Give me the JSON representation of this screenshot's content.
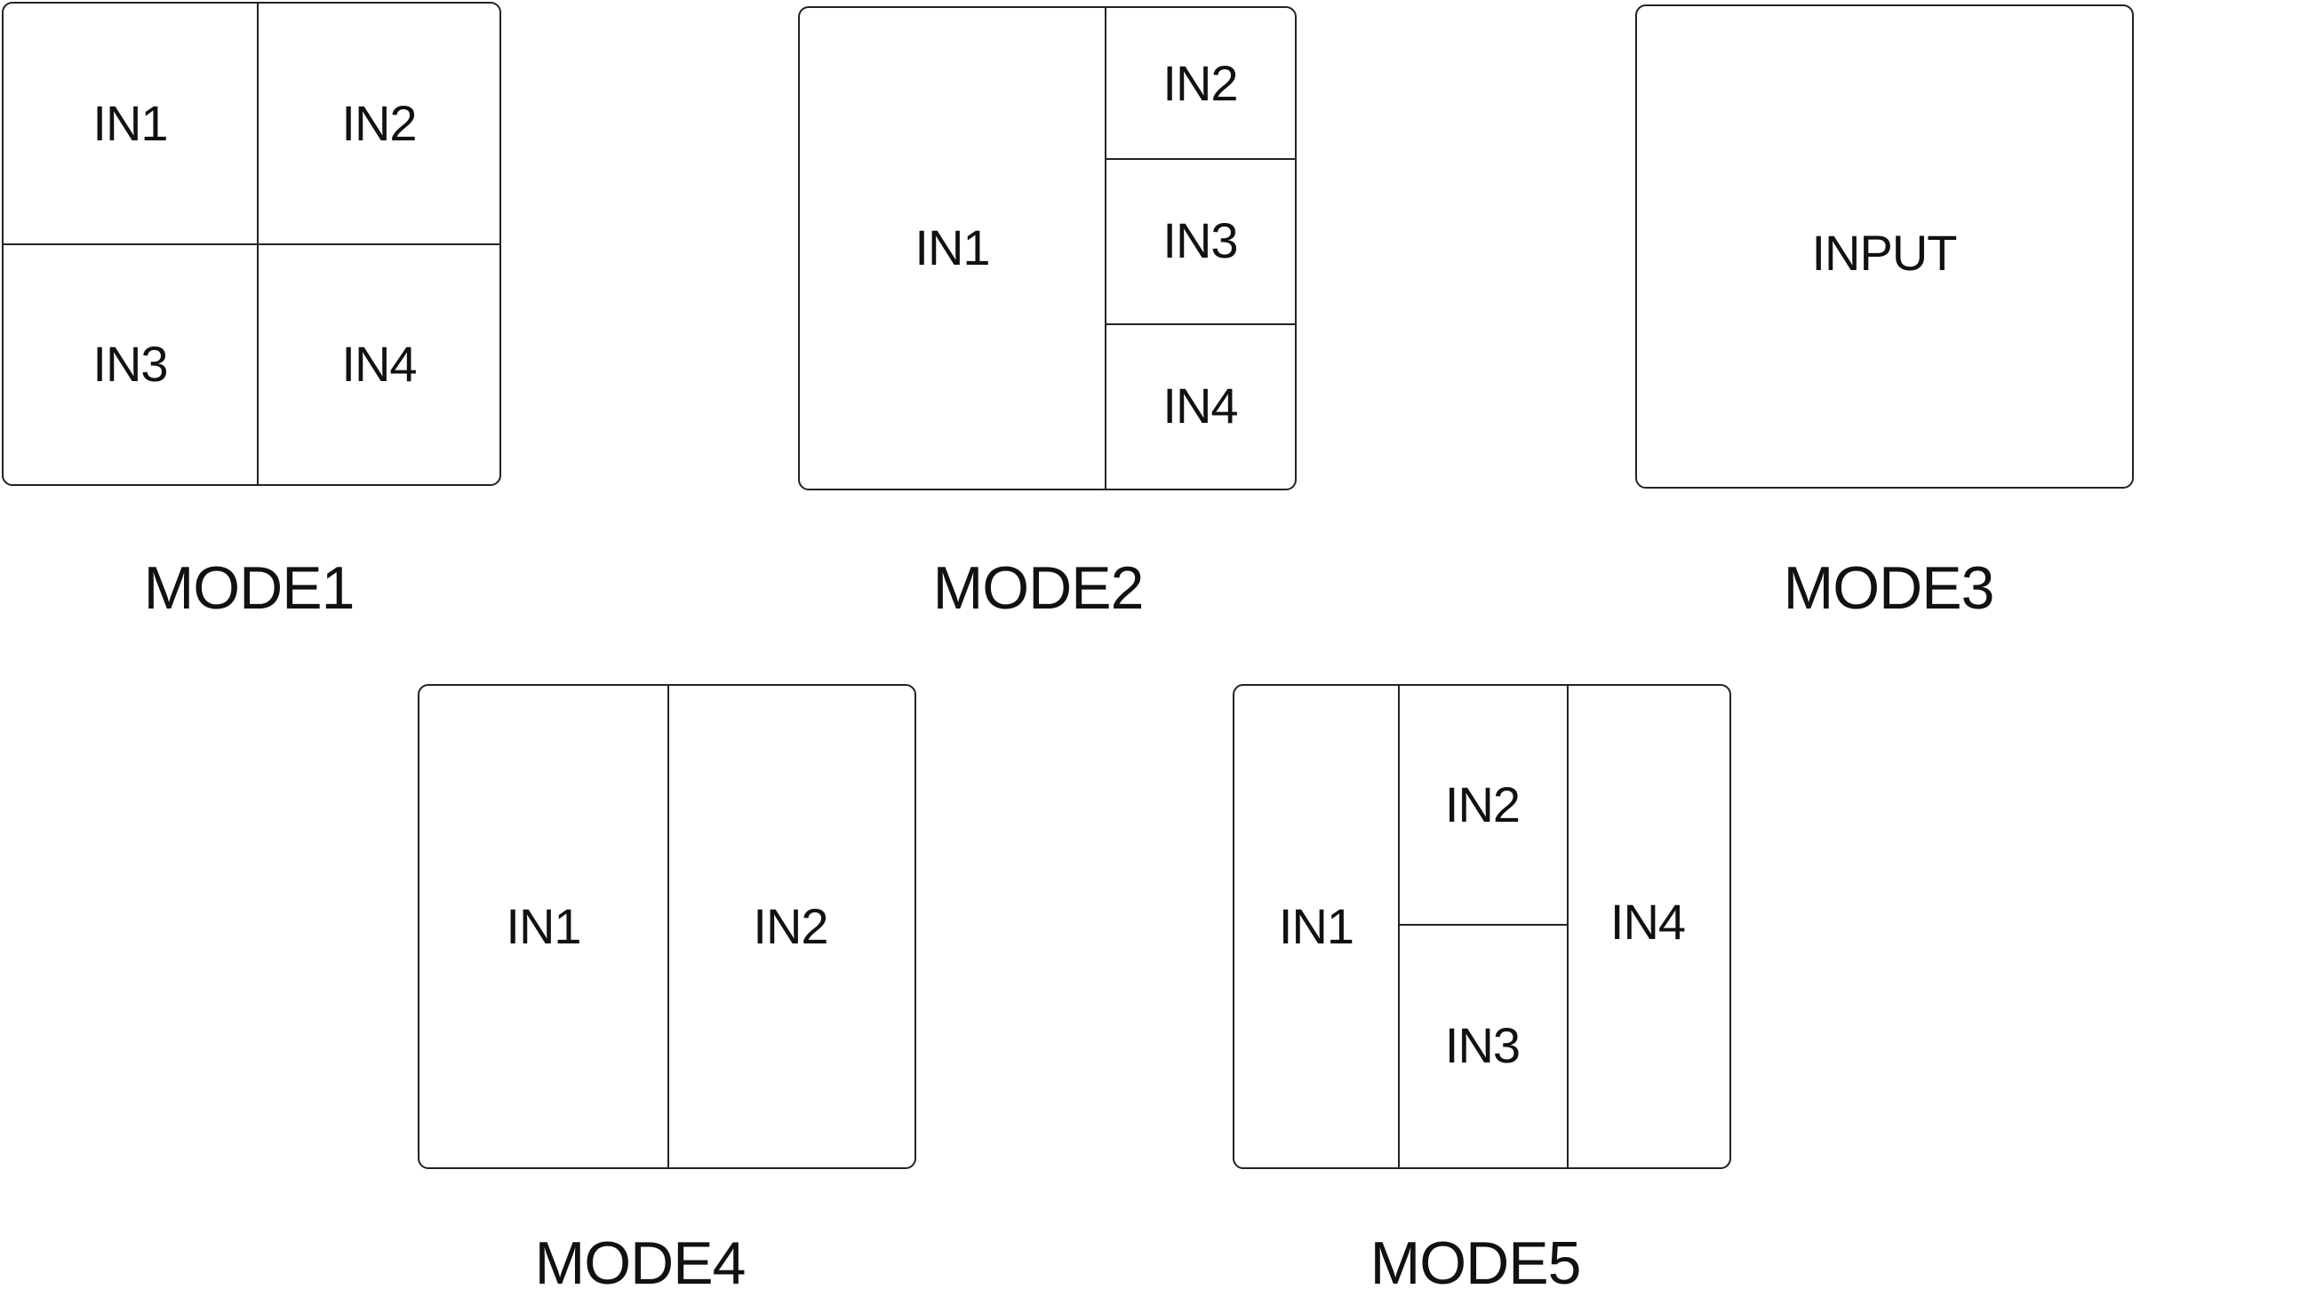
{
  "modes": [
    {
      "label": "MODE1",
      "cells": [
        "IN1",
        "IN2",
        "IN3",
        "IN4"
      ]
    },
    {
      "label": "MODE2",
      "cells": [
        "IN1",
        "IN2",
        "IN3",
        "IN4"
      ]
    },
    {
      "label": "MODE3",
      "cells": [
        "INPUT"
      ]
    },
    {
      "label": "MODE4",
      "cells": [
        "IN1",
        "IN2"
      ]
    },
    {
      "label": "MODE5",
      "cells": [
        "IN1",
        "IN2",
        "IN3",
        "IN4"
      ]
    }
  ]
}
